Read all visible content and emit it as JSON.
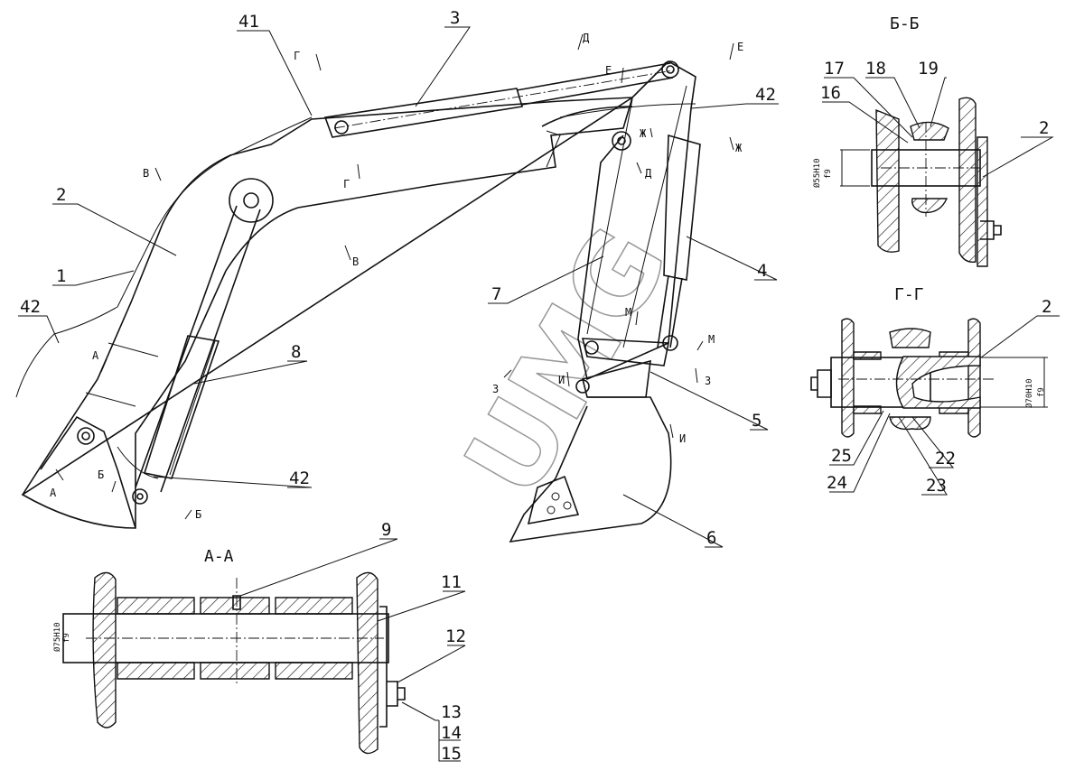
{
  "watermark": "UMG",
  "parts": {
    "p41": "41",
    "p3": "3",
    "p42_top": "42",
    "p2": "2",
    "p1": "1",
    "p42_left": "42",
    "p8": "8",
    "p7": "7",
    "p4": "4",
    "p5": "5",
    "p6": "6",
    "p42_bottom": "42",
    "p9": "9",
    "p11": "11",
    "p12": "12",
    "p13": "13",
    "p14": "14",
    "p15": "15"
  },
  "cuts": [
    "Г",
    "Д",
    "Е",
    "Е",
    "В",
    "Г",
    "Ж",
    "Ж",
    "Д",
    "В",
    "М",
    "М",
    "А",
    "З",
    "И",
    "З",
    "И",
    "А",
    "Б",
    "Б"
  ],
  "section_bb": {
    "title": "Б-Б",
    "labels": [
      "17",
      "18",
      "19",
      "16",
      "2"
    ],
    "dim_top": "Ø55H10",
    "dim_bottom": "f9"
  },
  "section_gg": {
    "title": "Г-Г",
    "labels": [
      "2",
      "25",
      "22",
      "24",
      "23"
    ],
    "dim_top": "Ø70H10",
    "dim_bottom": "f9"
  },
  "section_aa": {
    "title": "А-А",
    "dim_top": "Ø75H10",
    "dim_bottom": "f9"
  }
}
